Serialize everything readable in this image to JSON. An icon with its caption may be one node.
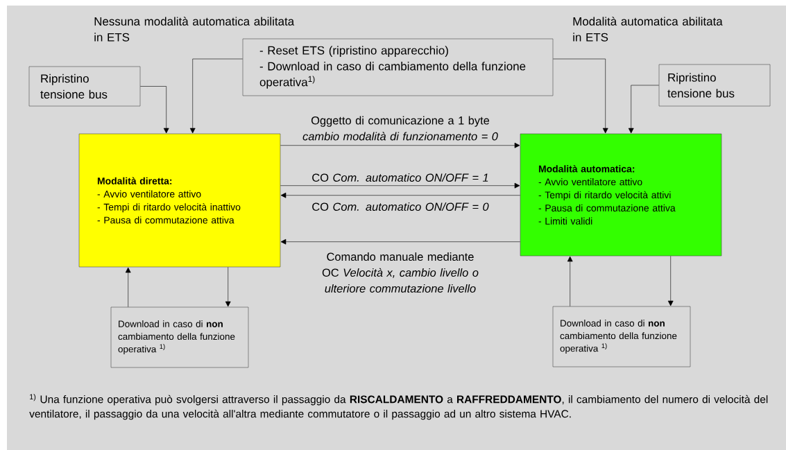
{
  "diagram": {
    "nodes": [
      {
        "text": [
          "Ripristino tensione bus"
        ]
      },
      {
        "text": [
          "- Reset ETS (ripristino apparecchio)",
          "- Download in caso di cambiamento della funzione operativa$^{1)}$"
        ]
      },
      {
        "text": [
          "Ripristino tensione bus"
        ]
      },
      {
        "text": [
          "Modalità diretta:",
          "- Avvio ventilatore attivo",
          "- Tempi di ritardo velocità inattivo",
          "- Pausa di commutazione attiva"
        ]
      },
      {
        "text": [
          "Modalità automatica:",
          "- Avvio ventilatore attivo",
          "- Tempi di ritardo velocità attivi",
          "- Pausa di commutazione attiva",
          "- Limiti validi"
        ]
      },
      {
        "text": [
          "Download in caso di **non** cambiamento della funzione operativa $^{1)}$"
        ]
      },
      {
        "text": [
          "Download in caso di **non** cambiamento della funzione operativa $^{1)}$"
        ]
      }
    ],
    "edges": [
      {
        "from": 0,
        "to": 3,
        "arrow": "to"
      },
      {
        "from": 1,
        "to": 3,
        "arrow": "to"
      },
      {
        "from": 1,
        "to": 4,
        "arrow": "to"
      },
      {
        "from": 2,
        "to": 4,
        "arrow": "to"
      },
      {
        "from": 3,
        "to": 4,
        "arrow": "to",
        "label": "Oggetto di comunicazione a 1 byte *cambio modalità di funzionamento = 0*"
      },
      {
        "from": 3,
        "to": 4,
        "arrow": "to",
        "label": "CO *Com. automatico ON/OFF = 1*"
      },
      {
        "from": 4,
        "to": 3,
        "arrow": "to",
        "label": "CO *Com. automatico ON/OFF = 0*"
      },
      {
        "from": 4,
        "to": 3,
        "arrow": "to",
        "label": "Comando manuale mediante OC *Velocità x, cambio livello o ulteriore commutazione livello*"
      },
      {
        "from": 3,
        "to": 5,
        "arrow": "to"
      },
      {
        "from": 5,
        "to": 3,
        "arrow": "to"
      },
      {
        "from": 4,
        "to": 6,
        "arrow": "to"
      },
      {
        "from": 6,
        "to": 4,
        "arrow": "to"
      }
    ],
    "labels": [
      "Nessuna modalità automatica abilitata in ETS",
      "Modalità automatica abilitata in ETS",
      "$^{1)}$ Una funzione operativa può svolgersi attraverso il passaggio da **RISCALDAMENTO** a **RAFFREDDAMENTO**, il cambiamento del numero di velocità del ventilatore, il passaggio da una velocità all'altra mediante commutatore o il passaggio ad un altro sistema HVAC."
    ]
  }
}
